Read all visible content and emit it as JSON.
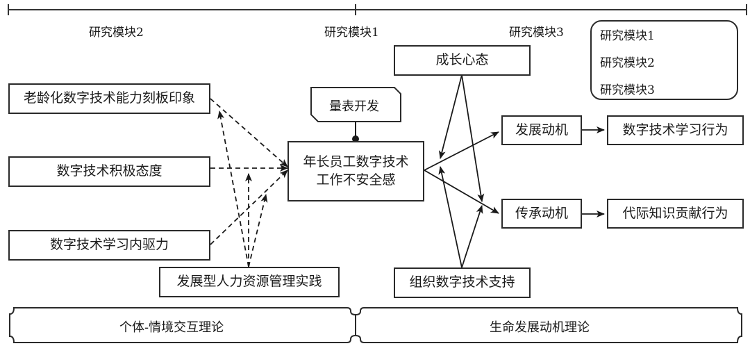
{
  "top_axis": {
    "labels": [
      "研究模块2",
      "研究模块1",
      "研究模块3"
    ]
  },
  "legend": {
    "items": [
      {
        "label": "研究模块1",
        "style": "solid-line-dot-end"
      },
      {
        "label": "研究模块2",
        "style": "dashed-line-arrow"
      },
      {
        "label": "研究模块3",
        "style": "solid-line-arrow"
      }
    ]
  },
  "nodes": {
    "ageing_stereotype": "老龄化数字技术能力刻板印象",
    "positive_attitude": "数字技术积极态度",
    "learning_drive": "数字技术学习内驱力",
    "hr_practice": "发展型人力资源管理实践",
    "scale_dev": "量表开发",
    "insecurity_line1": "年长员工数字技术",
    "insecurity_line2": "工作不安全感",
    "growth_mindset": "成长心态",
    "org_support": "组织数字技术支持",
    "dev_motive": "发展动机",
    "learning_behavior": "数字技术学习行为",
    "generativity_motive": "传承动机",
    "knowledge_contribution": "代际知识贡献行为"
  },
  "theories": {
    "left": "个体-情境交互理论",
    "right": "生命发展动机理论"
  }
}
